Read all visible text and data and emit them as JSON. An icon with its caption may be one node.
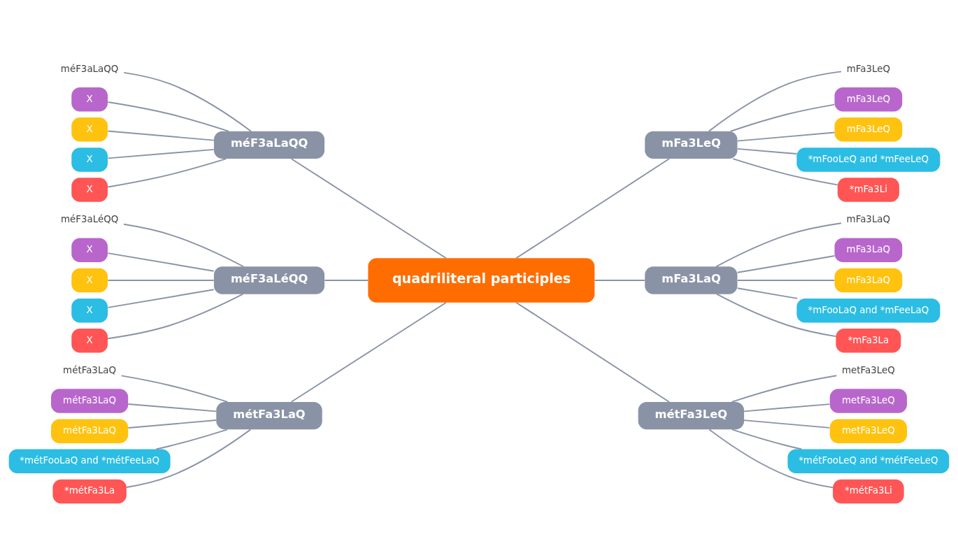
{
  "diagram": {
    "nodes": [
      {
        "text": [
          "quadriliteral participles"
        ]
      },
      {
        "text": [
          "méF3aLaQQ"
        ]
      },
      {
        "text": [
          "méF3aLaQQ"
        ]
      },
      {
        "text": [
          "X"
        ]
      },
      {
        "text": [
          "X"
        ]
      },
      {
        "text": [
          "X"
        ]
      },
      {
        "text": [
          "X"
        ]
      },
      {
        "text": [
          "mFa3LeQ"
        ]
      },
      {
        "text": [
          "mFa3LeQ"
        ]
      },
      {
        "text": [
          "mFa3LeQ"
        ]
      },
      {
        "text": [
          "mFa3LeQ"
        ]
      },
      {
        "text": [
          "*mFooLeQ and *mFeeLeQ"
        ]
      },
      {
        "text": [
          "*mFa3Li"
        ]
      },
      {
        "text": [
          "méF3aLéQQ"
        ]
      },
      {
        "text": [
          "méF3aLéQQ"
        ]
      },
      {
        "text": [
          "X"
        ]
      },
      {
        "text": [
          "X"
        ]
      },
      {
        "text": [
          "X"
        ]
      },
      {
        "text": [
          "X"
        ]
      },
      {
        "text": [
          "mFa3LaQ"
        ]
      },
      {
        "text": [
          "mFa3LaQ"
        ]
      },
      {
        "text": [
          "mFa3LaQ"
        ]
      },
      {
        "text": [
          "mFa3LaQ"
        ]
      },
      {
        "text": [
          "*mFooLaQ and *mFeeLaQ"
        ]
      },
      {
        "text": [
          "*mFa3La"
        ]
      },
      {
        "text": [
          "métFa3LaQ"
        ]
      },
      {
        "text": [
          "métFa3LaQ"
        ]
      },
      {
        "text": [
          "métFa3LaQ"
        ]
      },
      {
        "text": [
          "métFa3LaQ"
        ]
      },
      {
        "text": [
          "*métFooLaQ and *métFeeLaQ"
        ]
      },
      {
        "text": [
          "*métFa3La"
        ]
      },
      {
        "text": [
          "métFa3LeQ"
        ]
      },
      {
        "text": [
          "metFa3LeQ"
        ]
      },
      {
        "text": [
          "metFa3LeQ"
        ]
      },
      {
        "text": [
          "metFa3LeQ"
        ]
      },
      {
        "text": [
          "*métFooLeQ and *métFeeLeQ"
        ]
      },
      {
        "text": [
          "*métFa3Li"
        ]
      }
    ],
    "edges": [
      {
        "from": 1,
        "to": 0,
        "arrow": "none"
      },
      {
        "from": 2,
        "to": 1,
        "arrow": "none"
      },
      {
        "from": 3,
        "to": 1,
        "arrow": "none"
      },
      {
        "from": 4,
        "to": 1,
        "arrow": "none"
      },
      {
        "from": 5,
        "to": 1,
        "arrow": "none"
      },
      {
        "from": 6,
        "to": 1,
        "arrow": "none"
      },
      {
        "from": 0,
        "to": 7,
        "arrow": "none"
      },
      {
        "from": 7,
        "to": 8,
        "arrow": "none"
      },
      {
        "from": 7,
        "to": 9,
        "arrow": "none"
      },
      {
        "from": 7,
        "to": 10,
        "arrow": "none"
      },
      {
        "from": 7,
        "to": 11,
        "arrow": "none"
      },
      {
        "from": 7,
        "to": 12,
        "arrow": "none"
      },
      {
        "from": 13,
        "to": 0,
        "arrow": "none"
      },
      {
        "from": 14,
        "to": 13,
        "arrow": "none"
      },
      {
        "from": 15,
        "to": 13,
        "arrow": "none"
      },
      {
        "from": 16,
        "to": 13,
        "arrow": "none"
      },
      {
        "from": 17,
        "to": 13,
        "arrow": "none"
      },
      {
        "from": 18,
        "to": 13,
        "arrow": "none"
      },
      {
        "from": 0,
        "to": 19,
        "arrow": "none"
      },
      {
        "from": 19,
        "to": 20,
        "arrow": "none"
      },
      {
        "from": 19,
        "to": 21,
        "arrow": "none"
      },
      {
        "from": 19,
        "to": 22,
        "arrow": "none"
      },
      {
        "from": 19,
        "to": 23,
        "arrow": "none"
      },
      {
        "from": 19,
        "to": 24,
        "arrow": "none"
      },
      {
        "from": 25,
        "to": 0,
        "arrow": "none"
      },
      {
        "from": 26,
        "to": 25,
        "arrow": "none"
      },
      {
        "from": 27,
        "to": 25,
        "arrow": "none"
      },
      {
        "from": 28,
        "to": 25,
        "arrow": "none"
      },
      {
        "from": 29,
        "to": 25,
        "arrow": "none"
      },
      {
        "from": 30,
        "to": 25,
        "arrow": "none"
      },
      {
        "from": 0,
        "to": 31,
        "arrow": "none"
      },
      {
        "from": 31,
        "to": 32,
        "arrow": "none"
      },
      {
        "from": 31,
        "to": 33,
        "arrow": "none"
      },
      {
        "from": 31,
        "to": 34,
        "arrow": "none"
      },
      {
        "from": 31,
        "to": 35,
        "arrow": "none"
      },
      {
        "from": 31,
        "to": 36,
        "arrow": "none"
      }
    ]
  }
}
